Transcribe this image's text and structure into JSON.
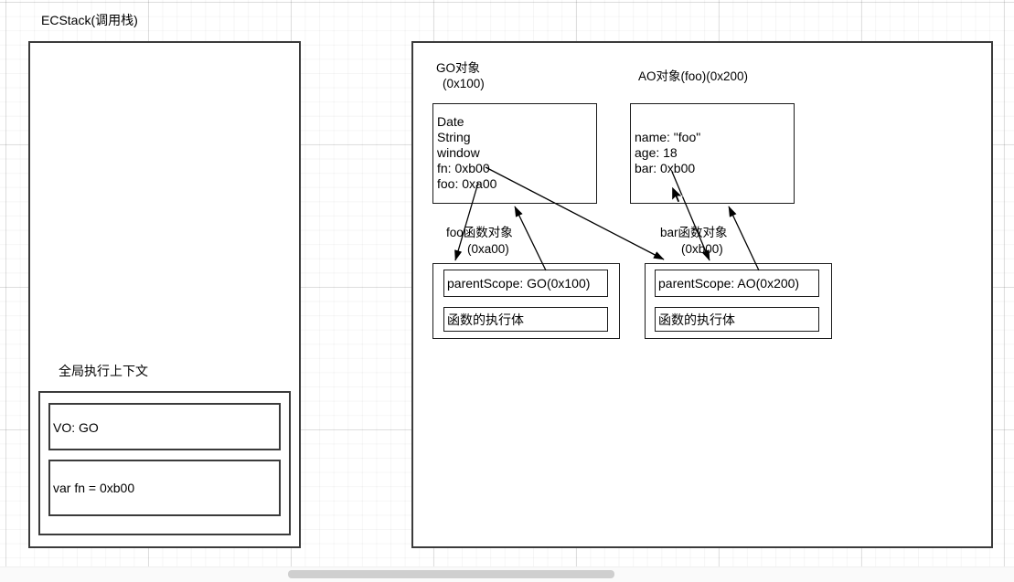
{
  "diagram": {
    "title": "JavaScript execution context and scope chain diagram",
    "stroke_color": "#3b3b3b",
    "background": "#ffffff"
  },
  "left_panel": {
    "caption": "ECStack(调用栈)",
    "context": {
      "caption": "全局执行上下文",
      "rows": [
        {
          "text": "VO: GO"
        },
        {
          "text": "var fn = 0xb00"
        }
      ]
    }
  },
  "right_panel": {
    "heap_objects": [
      {
        "name": "go-object",
        "caption_line1": "GO对象",
        "caption_line2": "(0x100)",
        "body": "Date\nString\nwindow\nfn: 0xb00\nfoo: 0xa00"
      },
      {
        "name": "ao-object",
        "caption_line1": "AO对象(foo)(0x200)",
        "caption_line2": "",
        "body": "name: \"foo\"\nage: 18\nbar: 0xb00"
      }
    ],
    "function_objects": [
      {
        "name": "foo-function-object",
        "caption_line1": "foo函数对象",
        "caption_line2": "(0xa00)",
        "scope_row": "parentScope: GO(0x100)",
        "body_row": "函数的执行体"
      },
      {
        "name": "bar-function-object",
        "caption_line1": "bar函数对象",
        "caption_line2": "(0xb00)",
        "scope_row": "parentScope: AO(0x200)",
        "body_row": "函数的执行体"
      }
    ]
  },
  "scrollbar": {
    "orientation": "horizontal",
    "thumb_color": "#cfcfcf"
  },
  "cursor": {
    "type": "arrow-pointer"
  }
}
